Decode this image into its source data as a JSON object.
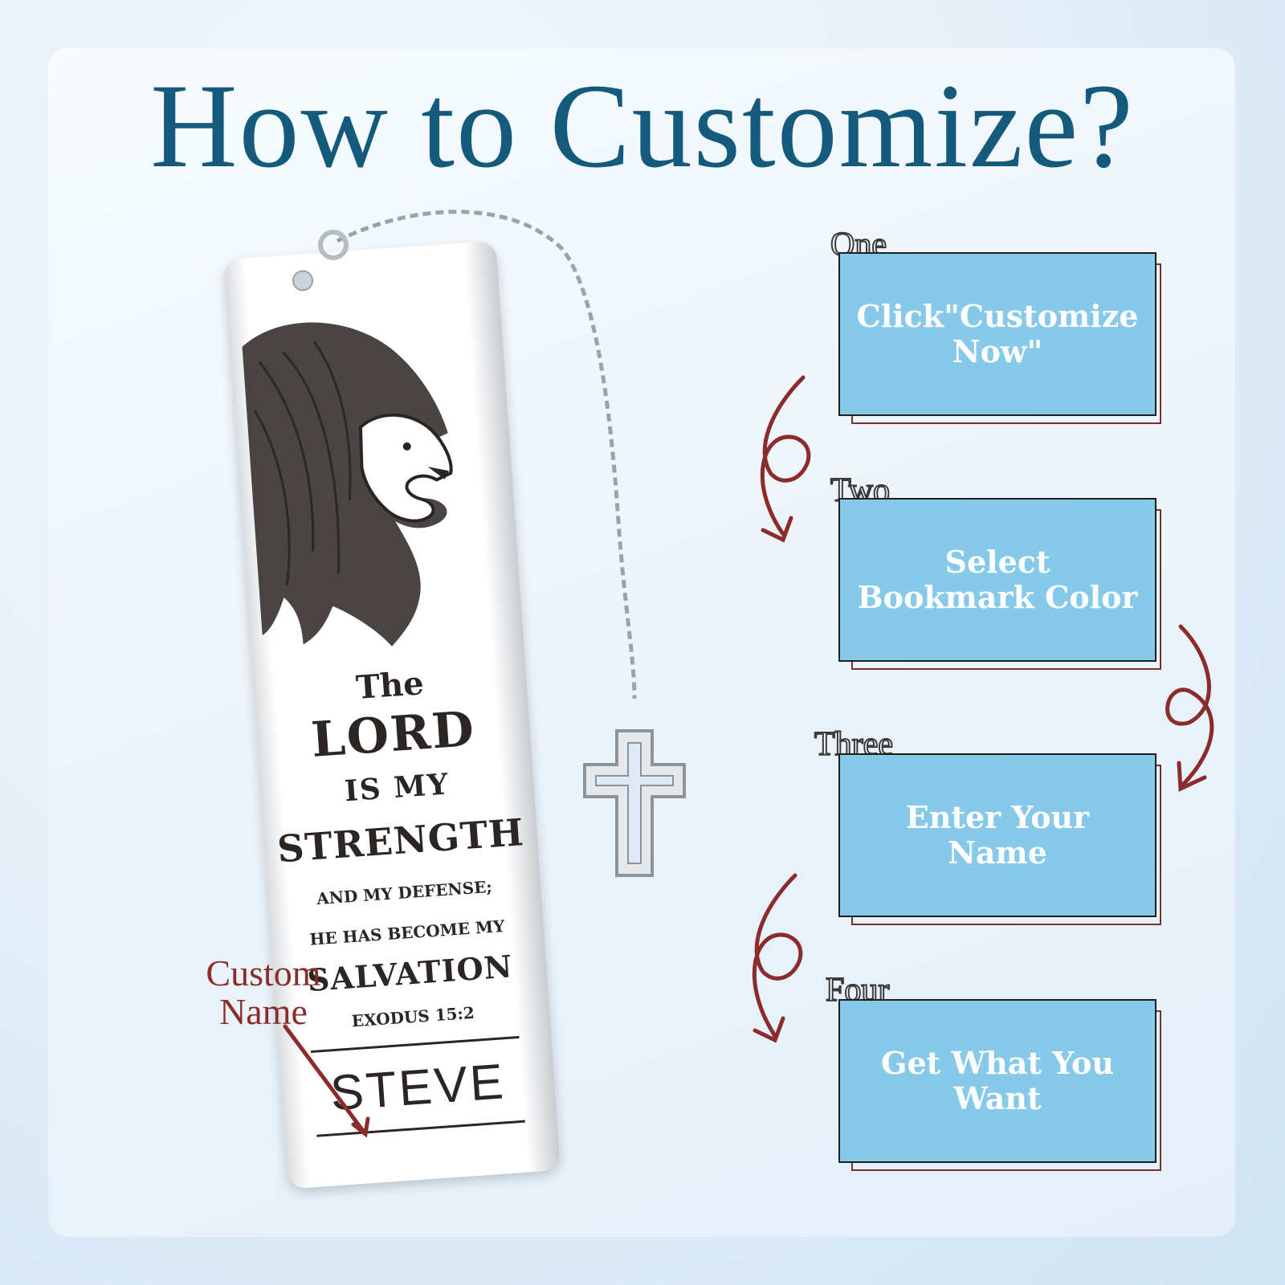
{
  "title": "How to Customize?",
  "bookmark": {
    "the": "The",
    "lord": "LORD",
    "is_my": "IS MY",
    "strength": "STRENGTH",
    "line1": "AND MY DEFENSE;",
    "line2": "HE HAS BECOME MY",
    "salvation": "SALVATION",
    "reference": "EXODUS 15:2",
    "name": "STEVE"
  },
  "custom_label": {
    "line1": "Custom",
    "line2": "Name"
  },
  "steps": [
    {
      "label": "One",
      "text": "Click\"Customize Now\""
    },
    {
      "label": "Two",
      "text": "Select Bookmark Color"
    },
    {
      "label": "Three",
      "text": "Enter Your Name"
    },
    {
      "label": "Four",
      "text": "Get What You Want"
    }
  ],
  "colors": {
    "title": "#145a7c",
    "step_box": "#87c9e8",
    "arrow": "#8b2b2b"
  }
}
